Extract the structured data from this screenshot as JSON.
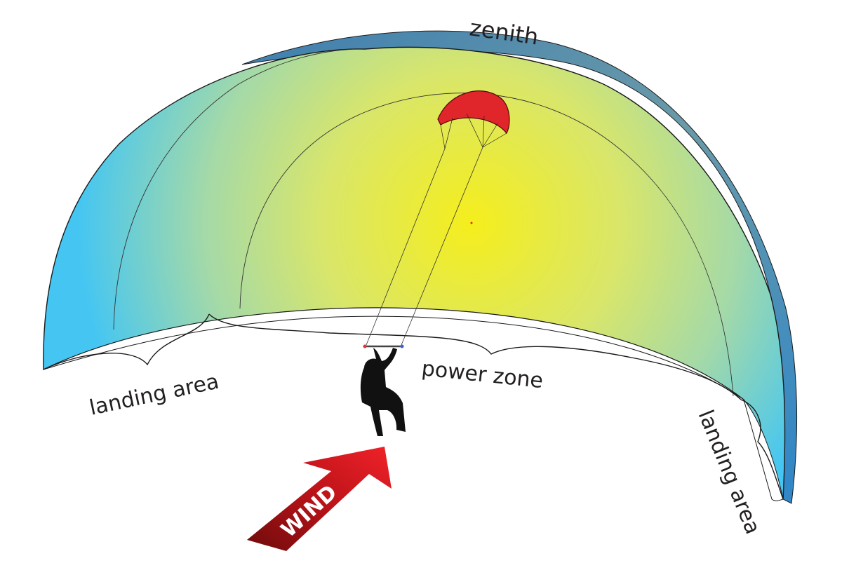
{
  "labels": {
    "zenith": "zenith",
    "landing_area_left": "landing area",
    "power_zone": "power zone",
    "landing_area_right": "landing area",
    "wind": "WIND"
  },
  "colors": {
    "dome_center": "#f5ee1c",
    "dome_mid": "#a9dba2",
    "dome_edge": "#4cc8f0",
    "rim_dark": "#2f78b8",
    "kite_red": "#e0262b",
    "wind_arrow_light": "#ed1c24",
    "wind_arrow_dark": "#7a0e0e",
    "rider": "#111111",
    "text": "#231f20"
  },
  "icons": {
    "kite": "kite-icon",
    "rider": "kitesurfer-silhouette-icon",
    "wind_arrow": "wind-arrow-icon"
  }
}
